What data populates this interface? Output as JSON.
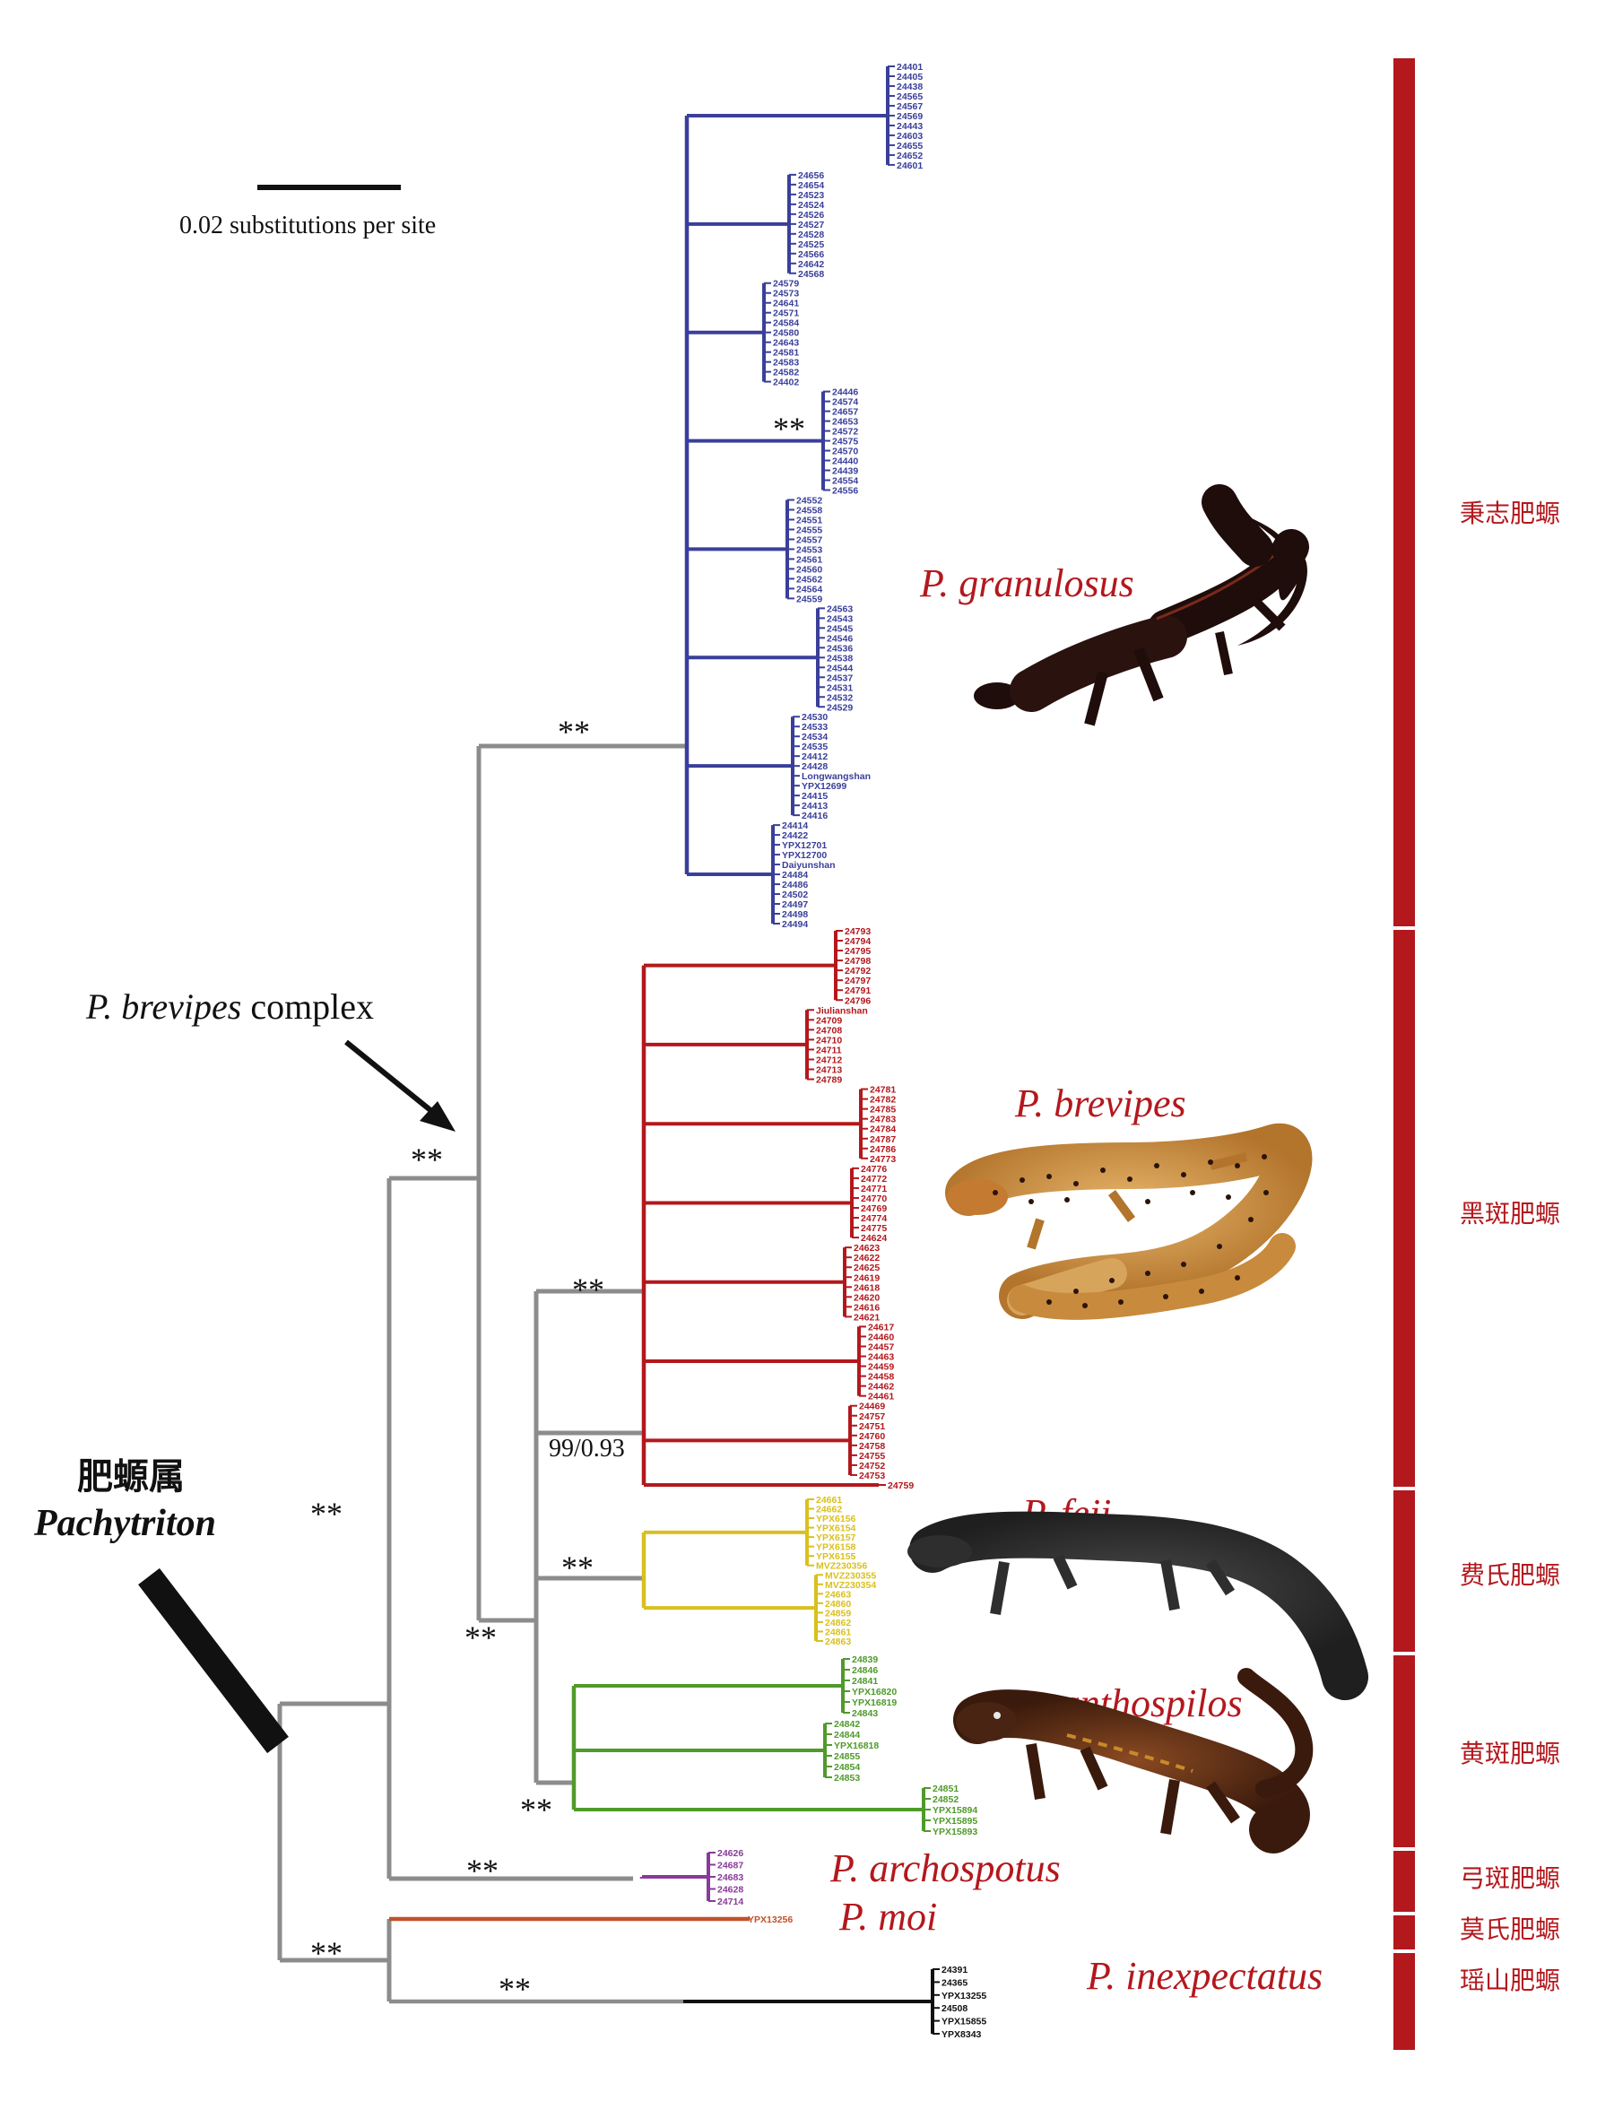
{
  "scale_bar": {
    "label": "0.02 substitutions per site"
  },
  "genus": {
    "chinese": "肥螈属",
    "latin": "Pachytriton"
  },
  "complex_label": {
    "species": "P. brevipes",
    "suffix": " complex"
  },
  "support_labels": {
    "strong": "**",
    "moderate": "99/0.93"
  },
  "species": [
    {
      "latin": "P. granulosus",
      "chinese": "秉志肥螈",
      "color": "#b3181d"
    },
    {
      "latin": "P. brevipes",
      "chinese": "黑斑肥螈",
      "color": "#b3181d"
    },
    {
      "latin": "P. feii",
      "chinese": "费氏肥螈",
      "color": "#b3181d"
    },
    {
      "latin": "P. xanthospilos",
      "chinese": "黄斑肥螈",
      "color": "#b3181d"
    },
    {
      "latin": "P. archospotus",
      "chinese": "弓斑肥螈",
      "color": "#b3181d"
    },
    {
      "latin": "P. moi",
      "chinese": "莫氏肥螈",
      "color": "#b3181d"
    },
    {
      "latin": "P. inexpectatus",
      "chinese": "瑶山肥螈",
      "color": "#b3181d"
    }
  ],
  "branch_colors": {
    "backbone": "#8c8c8c",
    "granulosus": "#3a3f9a",
    "brevipes": "#b3181d",
    "feii": "#d9c01f",
    "xanthospilos": "#4f9a2a",
    "archospotus": "#8a3a9a",
    "moi": "#c0522a",
    "inexpectatus": "#111111"
  },
  "clades": {
    "granulosus": {
      "color": "#3a3f9a",
      "tips": [
        "24401",
        "24405",
        "24438",
        "24565",
        "24567",
        "24569",
        "24443",
        "24603",
        "24655",
        "24652",
        "24601",
        "24656",
        "24654",
        "24523",
        "24524",
        "24526",
        "24527",
        "24528",
        "24525",
        "24566",
        "24642",
        "24568",
        "24579",
        "24573",
        "24641",
        "24571",
        "24584",
        "24580",
        "24643",
        "24581",
        "24583",
        "24582",
        "24402",
        "24446",
        "24574",
        "24657",
        "24653",
        "24572",
        "24575",
        "24570",
        "24440",
        "24439",
        "24554",
        "24556",
        "24552",
        "24558",
        "24551",
        "24555",
        "24557",
        "24553",
        "24561",
        "24560",
        "24562",
        "24564",
        "24559",
        "24563",
        "24543",
        "24545",
        "24546",
        "24536",
        "24538",
        "24544",
        "24537",
        "24531",
        "24532",
        "24529",
        "24530",
        "24533",
        "24534",
        "24535",
        "24412",
        "24428",
        "Longwangshan",
        "YPX12699",
        "24415",
        "24413",
        "24416",
        "24414",
        "24422",
        "YPX12701",
        "YPX12700",
        "Daiyunshan",
        "24484",
        "24486",
        "24502",
        "24497",
        "24498",
        "24494"
      ]
    },
    "brevipes": {
      "color": "#b3181d",
      "tips": [
        "24793",
        "24794",
        "24795",
        "24798",
        "24792",
        "24797",
        "24791",
        "24796",
        "Jiulianshan",
        "24709",
        "24708",
        "24710",
        "24711",
        "24712",
        "24713",
        "24789",
        "24781",
        "24782",
        "24785",
        "24783",
        "24784",
        "24787",
        "24786",
        "24773",
        "24776",
        "24772",
        "24771",
        "24770",
        "24769",
        "24774",
        "24775",
        "24624",
        "24623",
        "24622",
        "24625",
        "24619",
        "24618",
        "24620",
        "24616",
        "24621",
        "24617",
        "24460",
        "24457",
        "24463",
        "24459",
        "24458",
        "24462",
        "24461",
        "24469",
        "24757",
        "24751",
        "24760",
        "24758",
        "24755",
        "24752",
        "24753",
        "24759"
      ]
    },
    "feii": {
      "color": "#d9c01f",
      "tips": [
        "24661",
        "24662",
        "YPX6156",
        "YPX6154",
        "YPX6157",
        "YPX6158",
        "YPX6155",
        "MVZ230356",
        "MVZ230355",
        "MVZ230354",
        "24663",
        "24860",
        "24859",
        "24862",
        "24861",
        "24863"
      ]
    },
    "xanthospilos": {
      "color": "#4f9a2a",
      "tips": [
        "24839",
        "24846",
        "24841",
        "YPX16820",
        "YPX16819",
        "24843",
        "24842",
        "24844",
        "YPX16818",
        "24855",
        "24854",
        "24853",
        "24851",
        "24852",
        "YPX15894",
        "YPX15895",
        "YPX15893"
      ]
    },
    "archospotus": {
      "color": "#8a3a9a",
      "tips": [
        "24626",
        "24687",
        "24683",
        "24628",
        "24714"
      ]
    },
    "moi": {
      "color": "#c0522a",
      "tips": [
        "YPX13256"
      ]
    },
    "inexpectatus": {
      "color": "#111111",
      "tips": [
        "24391",
        "24365",
        "YPX13255",
        "24508",
        "YPX15855",
        "YPX8343"
      ]
    }
  }
}
